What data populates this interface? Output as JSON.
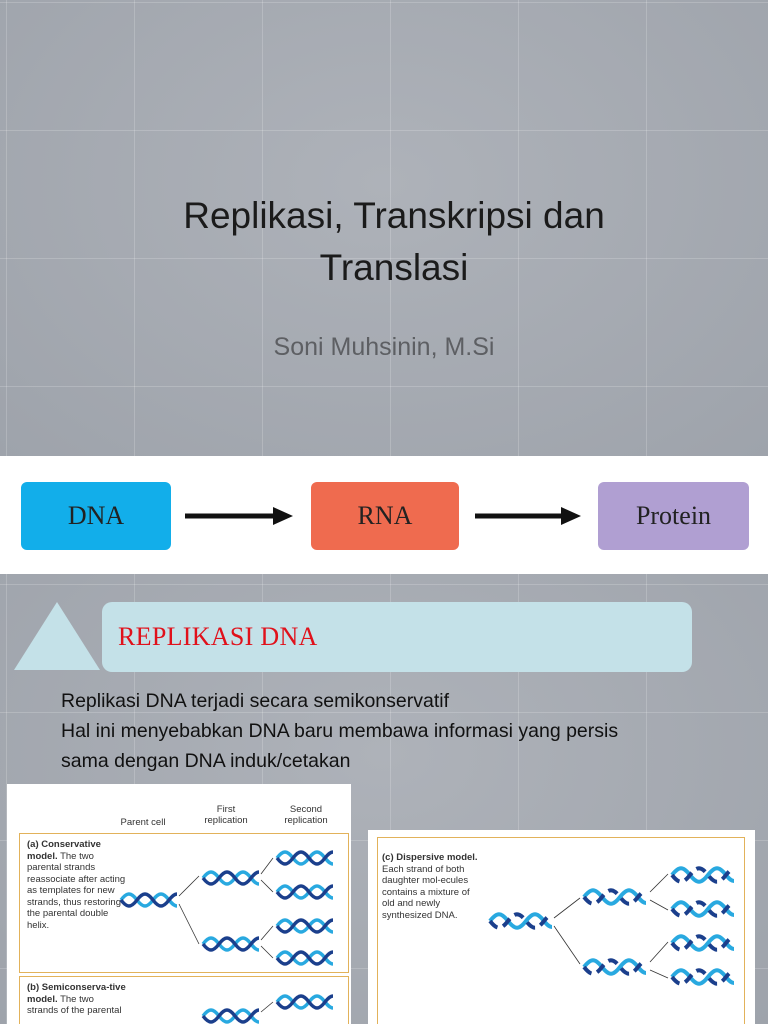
{
  "slide1": {
    "title_line1": "Replikasi, Transkripsi dan",
    "title_line2": "Translasi",
    "author": "Soni Muhsinin, M.Si"
  },
  "slide2": {
    "boxes": [
      {
        "label": "DNA",
        "color": "#12aeea"
      },
      {
        "label": "RNA",
        "color": "#ef6b4f"
      },
      {
        "label": "Protein",
        "color": "#b09fd2"
      }
    ]
  },
  "slide3": {
    "section_title": "REPLIKASI  DNA",
    "accent_color": "#c4e1e8",
    "title_color": "#e0111b",
    "paragraph_lines": [
      "Replikasi DNA terjadi secara semikonservatif",
      "Hal ini menyebabkan DNA baru membawa informasi yang persis",
      "sama dengan DNA induk/cetakan"
    ],
    "figure": {
      "col_parent": "Parent cell",
      "col_first": "First\nreplication",
      "col_second": "Second\nreplication",
      "panel_a_label": "(a) Conservative model.",
      "panel_a_text": "The two parental strands reassociate after acting as templates for new strands, thus restoring the parental double helix.",
      "panel_b_label": "(b) Semiconserva-tive model.",
      "panel_b_text": "The two strands of the parental",
      "panel_c_label": "(c) Dispersive model.",
      "panel_c_text": "Each strand of both daughter mol-ecules contains a mixture of old and newly synthesized DNA."
    }
  }
}
